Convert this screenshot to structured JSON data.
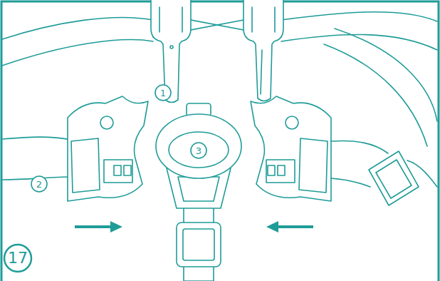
{
  "diagram": {
    "labels": [
      "1",
      "2",
      "3",
      "17"
    ]
  }
}
